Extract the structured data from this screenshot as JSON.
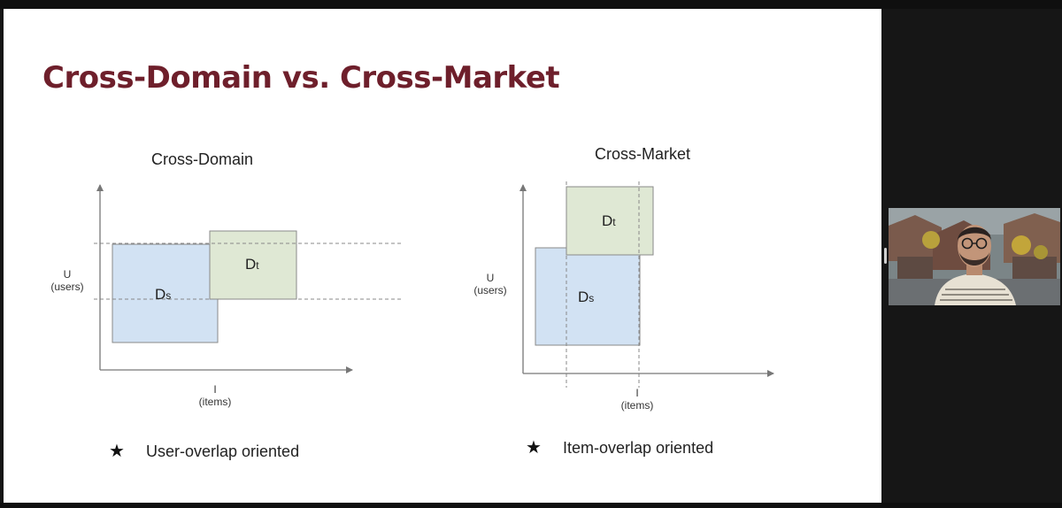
{
  "slide": {
    "title": "Cross-Domain vs. Cross-Market"
  },
  "cross_domain": {
    "heading": "Cross-Domain",
    "y_axis_label": "U",
    "y_axis_unit": "(users)",
    "x_axis_label": "I",
    "x_axis_unit": "(items)",
    "source_set": {
      "main": "D",
      "sub": "s"
    },
    "target_set": {
      "main": "D",
      "sub": "t"
    },
    "bullet": "User-overlap oriented"
  },
  "cross_market": {
    "heading": "Cross-Market",
    "y_axis_label": "U",
    "y_axis_unit": "(users)",
    "x_axis_label": "I",
    "x_axis_unit": "(items)",
    "source_set": {
      "main": "D",
      "sub": "s"
    },
    "target_set": {
      "main": "D",
      "sub": "t"
    },
    "bullet": "Item-overlap oriented"
  },
  "colors": {
    "title": "#6e1f2b",
    "source_fill": "#d2e2f3",
    "target_fill": "#dfe8d4",
    "border": "#8a8a8a",
    "axis": "#777777"
  },
  "icons": {
    "bullet": "star-icon"
  }
}
